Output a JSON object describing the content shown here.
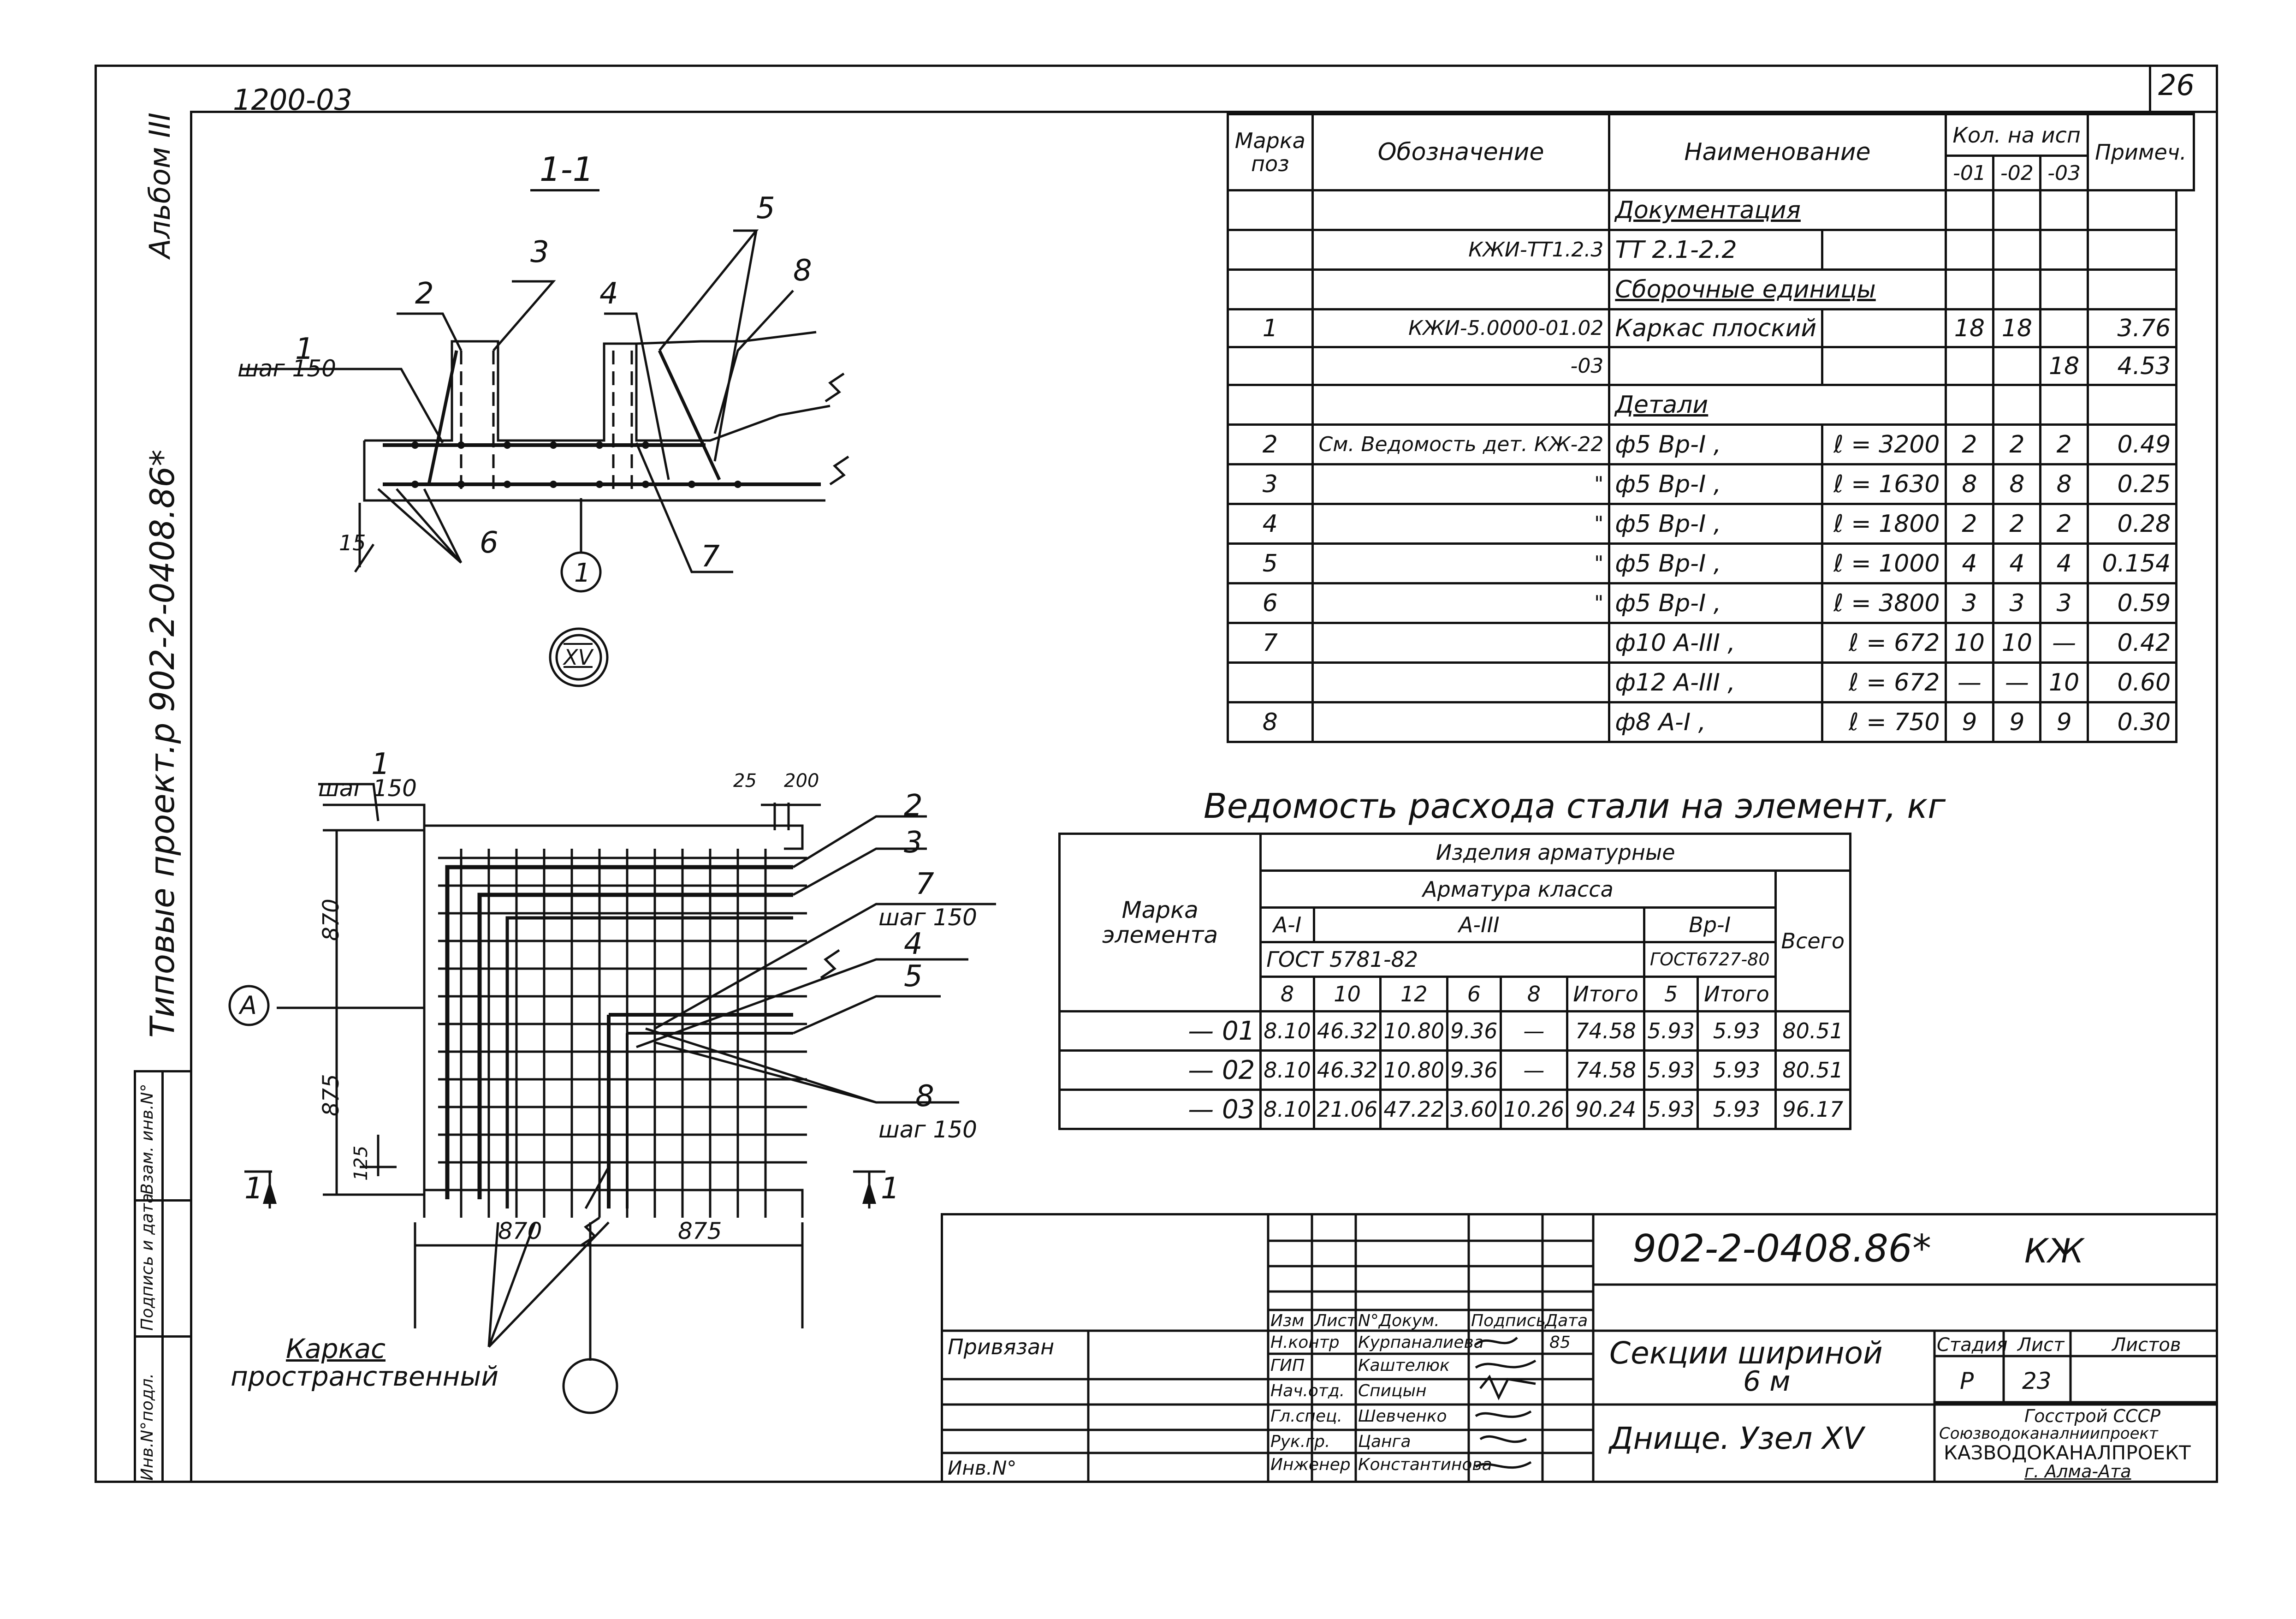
{
  "sheet": {
    "number": "26",
    "album_code": "1200-03",
    "side_album": "Альбом III",
    "side_project": "Типовые проект.р 902-2-0408.86*"
  },
  "section_1_1": {
    "title": "1-1",
    "callouts": [
      "1",
      "2",
      "3",
      "4",
      "5",
      "6",
      "7",
      "8"
    ],
    "step_label": "шаг 150",
    "dim_15": "15",
    "circle_node": "1",
    "circle_roman": "XV"
  },
  "plan_view": {
    "step_label_top": "шаг 150",
    "step_label_right_7": "шаг 150",
    "step_label_right_8": "шаг 150",
    "callouts": [
      "1",
      "2",
      "3",
      "7",
      "4",
      "5",
      "8"
    ],
    "dim_top_25": "25",
    "dim_top_200": "200",
    "dim_870_v": "870",
    "dim_875_v": "875",
    "dim_125": "125",
    "dim_870_h": "870",
    "dim_875_h": "875",
    "axis_label": "А",
    "section_marks": [
      "1",
      "1"
    ],
    "karkas_label_1": "Каркас",
    "karkas_label_2": "пространственный"
  },
  "spec_table": {
    "headers": {
      "marka": "Марка поз",
      "oboznachenie": "Обозначение",
      "naimenovanie": "Наименование",
      "kol": "Кол. на исп",
      "col01": "-01",
      "col02": "-02",
      "col03": "-03",
      "primech": "Примеч."
    },
    "rows": [
      {
        "pos": "",
        "obozn": "",
        "name": "Документация",
        "len": "",
        "c1": "",
        "c2": "",
        "c3": "",
        "prim": "",
        "u": true
      },
      {
        "pos": "",
        "obozn": "КЖИ-ТТ1.2.3",
        "name": "ТТ 2.1-2.2",
        "len": "",
        "c1": "",
        "c2": "",
        "c3": "",
        "prim": ""
      },
      {
        "pos": "",
        "obozn": "",
        "name": "Сборочные единицы",
        "len": "",
        "c1": "",
        "c2": "",
        "c3": "",
        "prim": "",
        "u": true
      },
      {
        "pos": "1",
        "obozn": "КЖИ-5.0000-01.02",
        "name": "Каркас плоский",
        "len": "",
        "c1": "18",
        "c2": "18",
        "c3": "",
        "prim": "3.76"
      },
      {
        "pos": "",
        "obozn": "-03",
        "name": "",
        "len": "",
        "c1": "",
        "c2": "",
        "c3": "18",
        "prim": "4.53"
      },
      {
        "pos": "",
        "obozn": "",
        "name": "Детали",
        "len": "",
        "c1": "",
        "c2": "",
        "c3": "",
        "prim": "",
        "u": true
      },
      {
        "pos": "2",
        "obozn": "См. Ведомость дет. КЖ-22",
        "name": "ф5 Вр-I ,",
        "len": "ℓ = 3200",
        "c1": "2",
        "c2": "2",
        "c3": "2",
        "prim": "0.49"
      },
      {
        "pos": "3",
        "obozn": "\"",
        "name": "ф5 Вр-I ,",
        "len": "ℓ = 1630",
        "c1": "8",
        "c2": "8",
        "c3": "8",
        "prim": "0.25"
      },
      {
        "pos": "4",
        "obozn": "\"",
        "name": "ф5 Вр-I ,",
        "len": "ℓ = 1800",
        "c1": "2",
        "c2": "2",
        "c3": "2",
        "prim": "0.28"
      },
      {
        "pos": "5",
        "obozn": "\"",
        "name": "ф5 Вр-I ,",
        "len": "ℓ = 1000",
        "c1": "4",
        "c2": "4",
        "c3": "4",
        "prim": "0.154"
      },
      {
        "pos": "6",
        "obozn": "\"",
        "name": "ф5 Вр-I ,",
        "len": "ℓ = 3800",
        "c1": "3",
        "c2": "3",
        "c3": "3",
        "prim": "0.59"
      },
      {
        "pos": "7",
        "obozn": "",
        "name": "ф10 А-III ,",
        "len": "ℓ = 672",
        "c1": "10",
        "c2": "10",
        "c3": "—",
        "prim": "0.42"
      },
      {
        "pos": "",
        "obozn": "",
        "name": "ф12 А-III ,",
        "len": "ℓ = 672",
        "c1": "—",
        "c2": "—",
        "c3": "10",
        "prim": "0.60"
      },
      {
        "pos": "8",
        "obozn": "",
        "name": "ф8 А-I ,",
        "len": "ℓ = 750",
        "c1": "9",
        "c2": "9",
        "c3": "9",
        "prim": "0.30"
      }
    ]
  },
  "steel_table": {
    "title": "Ведомость расхода стали на элемент, кг",
    "h_marka": "Марка элемента",
    "h_izdeliya": "Изделия арматурные",
    "h_armatura": "Арматура класса",
    "h_a1": "А-I",
    "h_a3": "А-III",
    "h_bp1": "Вр-I",
    "h_vsego": "Всего",
    "h_gost1": "ГОСТ 5781-82",
    "h_gost2": "ГОСТ6727-80",
    "sub": [
      "8",
      "10",
      "12",
      "6",
      "8",
      "Итого",
      "5",
      "Итого"
    ],
    "rows": [
      {
        "mark": "— 01",
        "v": [
          "8.10",
          "46.32",
          "10.80",
          "9.36",
          "—",
          "74.58",
          "5.93",
          "5.93",
          "80.51"
        ]
      },
      {
        "mark": "— 02",
        "v": [
          "8.10",
          "46.32",
          "10.80",
          "9.36",
          "—",
          "74.58",
          "5.93",
          "5.93",
          "80.51"
        ]
      },
      {
        "mark": "— 03",
        "v": [
          "8.10",
          "21.06",
          "47.22",
          "3.60",
          "10.26",
          "90.24",
          "5.93",
          "5.93",
          "96.17"
        ]
      }
    ]
  },
  "title_block": {
    "doc_code": "902-2-0408.86*",
    "doc_mark": "КЖ",
    "col_heads": [
      "Изм",
      "Лист",
      "N°Докум.",
      "Подпись",
      "Дата"
    ],
    "signers": [
      {
        "role": "Н.контр",
        "name": "Курпаналиева",
        "date": "85"
      },
      {
        "role": "ГИП",
        "name": "Каштелюк",
        "date": ""
      },
      {
        "role": "Нач.отд.",
        "name": "Спицын",
        "date": ""
      },
      {
        "role": "Гл.спец.",
        "name": "Шевченко",
        "date": ""
      },
      {
        "role": "Рук.гр.",
        "name": "Цанга",
        "date": ""
      },
      {
        "role": "Инженер",
        "name": "Константинова",
        "date": ""
      }
    ],
    "privyazan": "Привязан",
    "inv_no": "Инв.N°",
    "name_line1": "Секции шириной",
    "name_line2": "6 м",
    "name_line3": "Днище. Узел XV",
    "stadiya_h": "Стадия",
    "list_h": "Лист",
    "listov_h": "Листов",
    "stadiya": "Р",
    "list": "23",
    "org1": "Госстрой СССР",
    "org2": "Союзводоканалниипроект",
    "org3": "КАЗВОДОКАНАЛПРОЕКТ",
    "org4": "г. Алма-Ата"
  },
  "left_stamp": {
    "c1": "Инв.N°подл.",
    "c2": "Подпись и дата",
    "c3": "Взам. инв.N°"
  }
}
